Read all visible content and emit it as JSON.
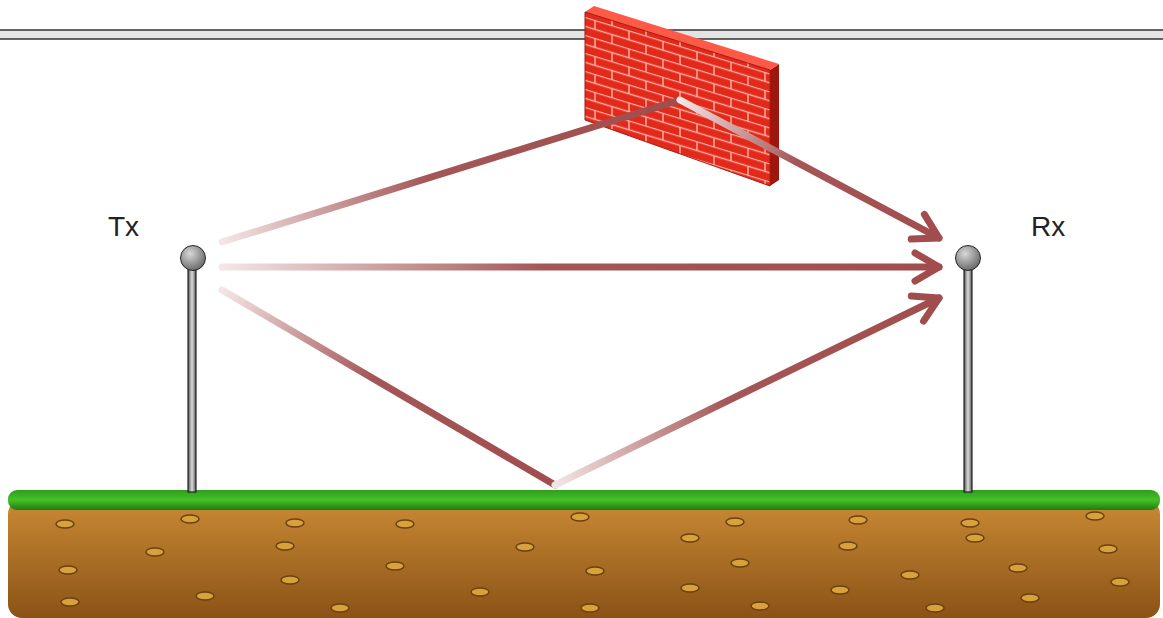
{
  "diagram": {
    "nodes": [
      {
        "text": [
          "Tx"
        ]
      },
      {
        "text": [
          "Rx"
        ]
      }
    ],
    "edges": [
      {
        "from": 0,
        "to": 1,
        "arrow": "to"
      },
      {
        "from": 0,
        "to": 1,
        "arrow": "to"
      },
      {
        "from": 0,
        "to": 1,
        "arrow": "to"
      }
    ]
  }
}
